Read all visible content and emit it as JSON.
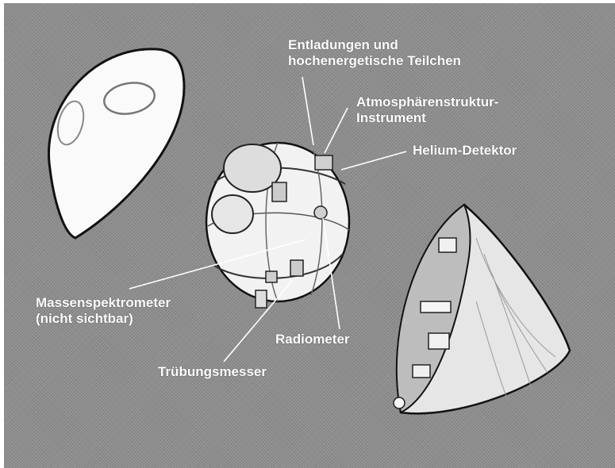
{
  "labels": {
    "entladungen_line1": "Entladungen und",
    "entladungen_line2": "hochenergetische Teilchen",
    "atmosphaeren_line1": "Atmosphärenstruktur-",
    "atmosphaeren_line2": "Instrument",
    "helium": "Helium-Detektor",
    "massen_line1": "Massenspektrometer",
    "massen_line2": "(nicht sichtbar)",
    "radiometer": "Radiometer",
    "truebungsmesser": "Trübungsmesser"
  }
}
